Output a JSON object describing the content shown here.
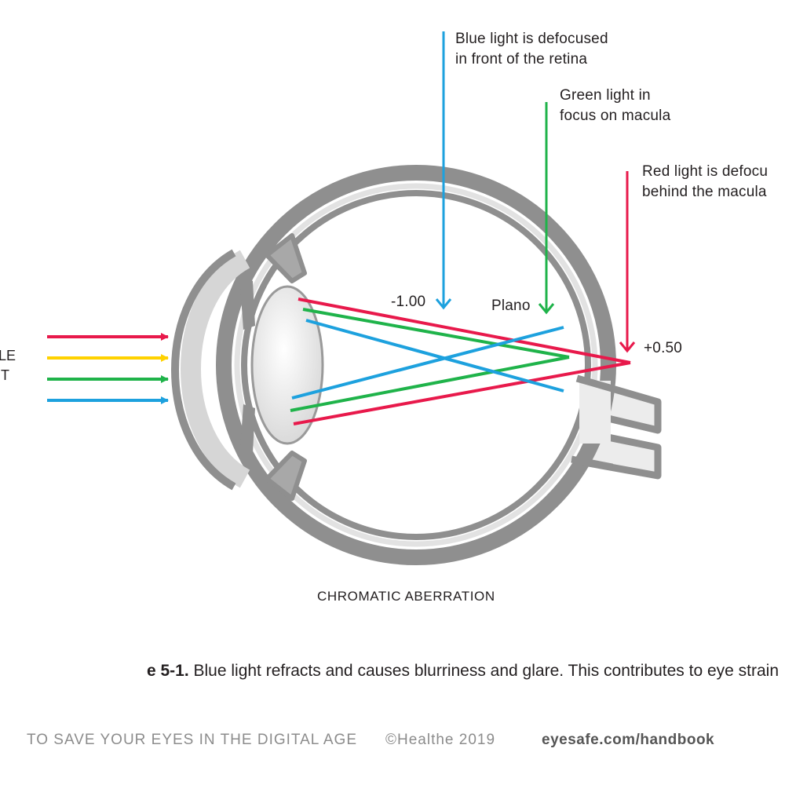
{
  "colors": {
    "red": "#e8194b",
    "yellow": "#ffd200",
    "green": "#1fb34a",
    "blue": "#1da1de",
    "eye_gray": "#8f8f8f",
    "eye_light": "#d9d9d9"
  },
  "left_label": {
    "line1": "LE",
    "line2": "T"
  },
  "annotations": {
    "blue_line1": "Blue light is defocused",
    "blue_line2": "in front of the retina",
    "green_line1": "Green light in",
    "green_line2": "focus on macula",
    "red_line1": "Red light is defocu",
    "red_line2": "behind the macula"
  },
  "focus_values": {
    "blue": "-1.00",
    "green": "Plano",
    "red": "+0.50"
  },
  "diagram_title": "CHROMATIC ABERRATION",
  "caption": {
    "label": "e 5-1.",
    "text": "Blue light refracts and causes blurriness and glare. This contributes to eye strain"
  },
  "footer": {
    "book": "TO SAVE YOUR EYES IN THE DIGITAL AGE",
    "copyright": "©Healthe 2019",
    "url": "eyesafe.com/handbook"
  }
}
